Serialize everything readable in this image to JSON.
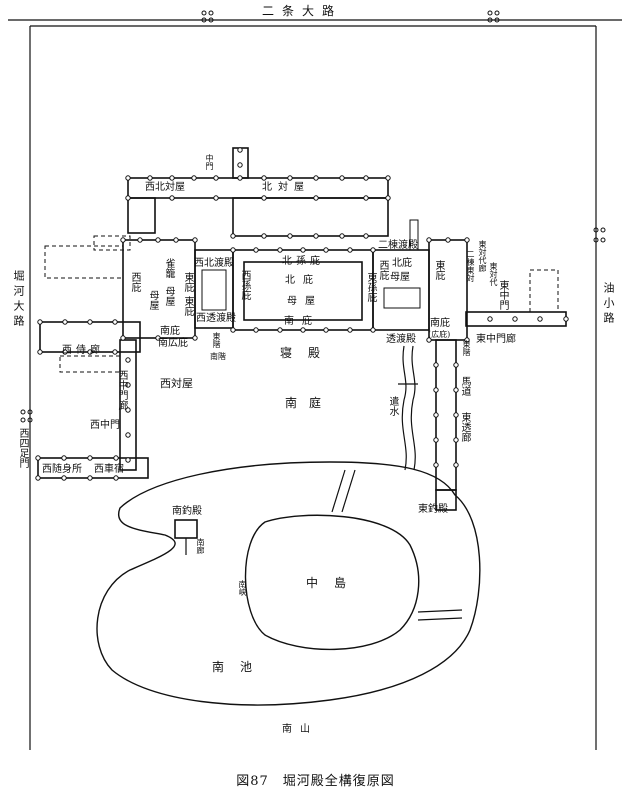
{
  "roads": {
    "north": "二条大路",
    "west": "堀河大路",
    "east": "油小路",
    "gate_west": "西四足門"
  },
  "buildings": {
    "naka_mon_top": "中門",
    "nishi_kita_tainoya": "西北対屋",
    "kita_tainoya": "北対屋",
    "futamune_watadono": "二棟渡殿",
    "higashi_tainoya_ro": "東対代廊",
    "higashi_tainoya_south": "二棟東対",
    "higashi_tainoya": "東対代",
    "nishi_kita_watadono": "西北渡殿",
    "kita_hisashi_outer": "北孫庇",
    "kita_hisashi": "北庇",
    "moya_top": "母屋",
    "suzaku": "雀籠",
    "nishi_hisashi": "西庇",
    "nishi_moya": "母屋",
    "higashi_hisashi_left": "東庇",
    "nishi_magobisashi": "西孫庇",
    "kita_label": "北",
    "moya_center": "母屋",
    "minami_hisashi": "南庇",
    "higashi_magobisashi": "東孫庇",
    "higashi_tai_moya": "母屋",
    "higashi_tai_kita": "北庇",
    "higashi_tai_higashi": "東庇",
    "higashi_tai_nishi": "西庇",
    "minami_hisashi_hiro": "南庇",
    "hiro_hisashi": "(広庇)",
    "nishi_moya_left": "母屋",
    "higashi_minami": "東庇",
    "nishi_sukiwatadono": "西透渡殿",
    "minami_hiro_hisashi": "南広庇",
    "nishi_minami": "南庇",
    "east_steps": "東階",
    "south_steps": "南階",
    "shinden": "寝殿",
    "sukiwatadono": "透渡殿",
    "east_steps2": "東階",
    "higashi_chumonro": "東中門廊",
    "higashi_naka_mon": "東中門",
    "nishi_tainoya": "西対屋",
    "nishi_chumonro": "西中門廊",
    "nishi_naka_mon": "西中門",
    "nishi_samurai": "西侍廊",
    "minami_tei": "南庭",
    "yarimizu": "遣水",
    "uma_michi": "馬道",
    "higashi_sukiro": "東透廊",
    "nishi_zuishin": "西随身所",
    "nishi_kuruma": "西車宿",
    "minami_tsuridono": "南釣殿",
    "higashi_tsuridono": "東釣殿",
    "minami_ro": "南廊",
    "minami_kyo": "南峡",
    "nakajima": "中島",
    "minami_ike": "南池",
    "minami_yama": "南山"
  },
  "caption": "図87　堀河殿全構復原図"
}
